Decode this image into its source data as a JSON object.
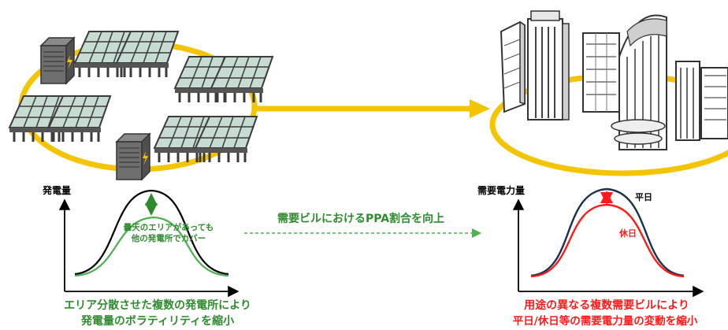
{
  "colors": {
    "green": "#2e8b2e",
    "red": "#ff1a1a",
    "navy": "#17324d",
    "yellow": "#f5c400",
    "panel": "#c6dbd2",
    "frame": "#3b3b3b"
  },
  "supply": {
    "axis_label": "発電量",
    "annotation_line1": "曇天のエリアがあっても",
    "annotation_line2": "他の発電所でカバー",
    "caption_line1": "エリア分散させた複数の発電所により",
    "caption_line2": "発電量のボラティリティを縮小"
  },
  "middle": {
    "label": "需要ビルにおけるPPA割合を向上"
  },
  "demand": {
    "axis_label": "需要電力量",
    "weekday_label": "平日",
    "holiday_label": "休日",
    "caption_line1": "用途の異なる複数需要ビルにより",
    "caption_line2": "平日/休日等の需要電力量の変動を縮小"
  },
  "icons": {
    "solar": "solar-panel-icon",
    "inverter": "inverter-icon",
    "building": "office-building-icon",
    "arrow": "arrow-right-icon"
  }
}
